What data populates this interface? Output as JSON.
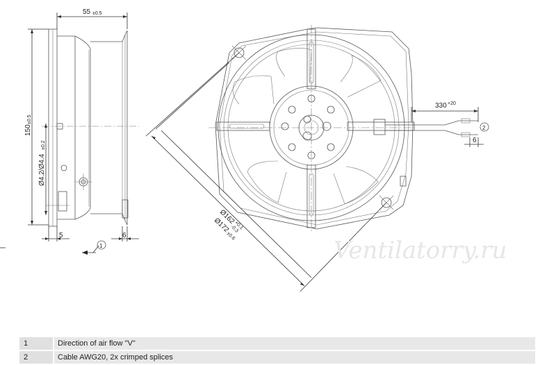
{
  "drawing": {
    "dim_width": "55",
    "dim_width_tol": "±0.5",
    "dim_height": "150",
    "dim_height_tol": "±0.5",
    "dim_hole": "Ø4.2/Ø4.4",
    "dim_hole_tol": "±0.2",
    "dim_5": "5",
    "dim_6_side": "6",
    "dim_162": "Ø162",
    "dim_162_tol_up": "+0.1",
    "dim_162_tol_down": "-0.3",
    "dim_172": "Ø172",
    "dim_172_tol": "±0.6",
    "dim_cable": "330",
    "dim_cable_tol": "+20",
    "dim_6_cable": "6",
    "marker_1": "1",
    "marker_2": "2",
    "watermark": "Ventilatorry.ru"
  },
  "legend": [
    {
      "num": "1",
      "text": "Direction of air flow \"V\""
    },
    {
      "num": "2",
      "text": "Cable AWG20, 2x crimped splices"
    }
  ],
  "colors": {
    "line": "#555555",
    "legend_bg": "#e8e8e8",
    "watermark": "#e6e6e6"
  }
}
